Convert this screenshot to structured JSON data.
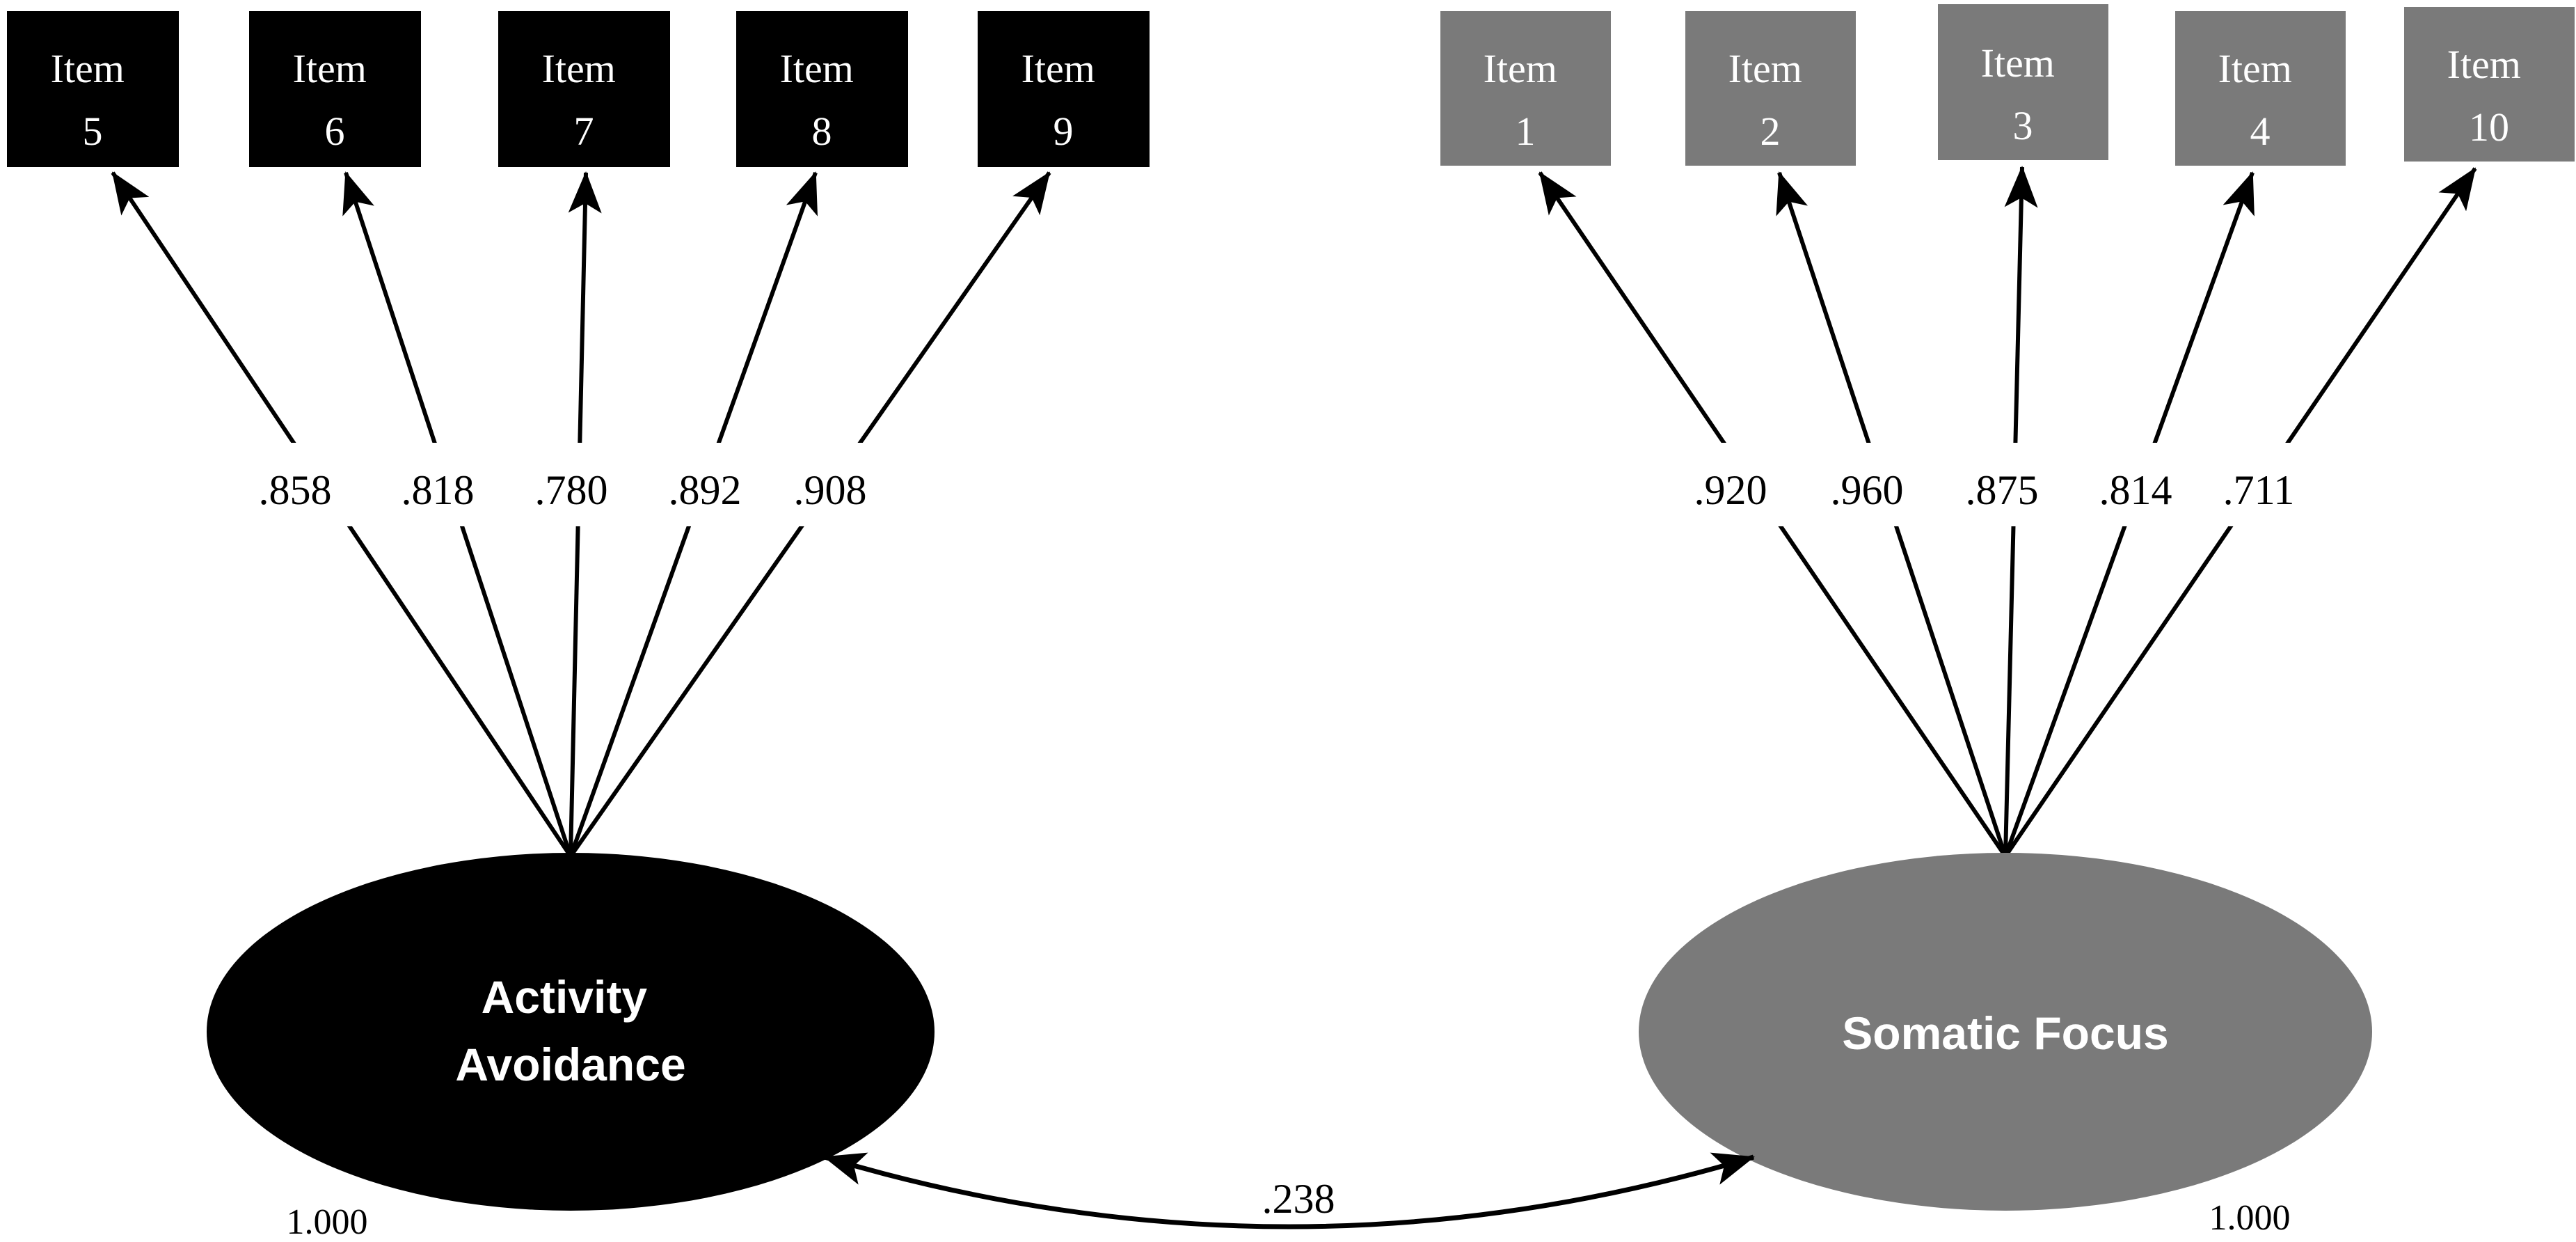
{
  "figure": {
    "type": "sem-path-diagram",
    "palette": {
      "background": "#ffffff",
      "factor1_fill": "#000000",
      "factor2_fill": "#7a7a7a",
      "text_on_fill": "#ffffff",
      "line_color": "#000000"
    },
    "factors": [
      {
        "name": "Activity Avoidance",
        "label_lines": [
          "Activity",
          "Avoidance"
        ],
        "variance": "1.000",
        "items": [
          {
            "word": "Item",
            "number": "5",
            "loading": ".858"
          },
          {
            "word": "Item",
            "number": "6",
            "loading": ".818"
          },
          {
            "word": "Item",
            "number": "7",
            "loading": ".780"
          },
          {
            "word": "Item",
            "number": "8",
            "loading": ".892"
          },
          {
            "word": "Item",
            "number": "9",
            "loading": ".908"
          }
        ]
      },
      {
        "name": "Somatic Focus",
        "label_lines": [
          "Somatic Focus"
        ],
        "variance": "1.000",
        "items": [
          {
            "word": "Item",
            "number": "1",
            "loading": ".920"
          },
          {
            "word": "Item",
            "number": "2",
            "loading": ".960"
          },
          {
            "word": "Item",
            "number": "3",
            "loading": ".875"
          },
          {
            "word": "Item",
            "number": "4",
            "loading": ".814"
          },
          {
            "word": "Item",
            "number": "10",
            "loading": ".711"
          }
        ]
      }
    ],
    "correlation": ".238"
  }
}
